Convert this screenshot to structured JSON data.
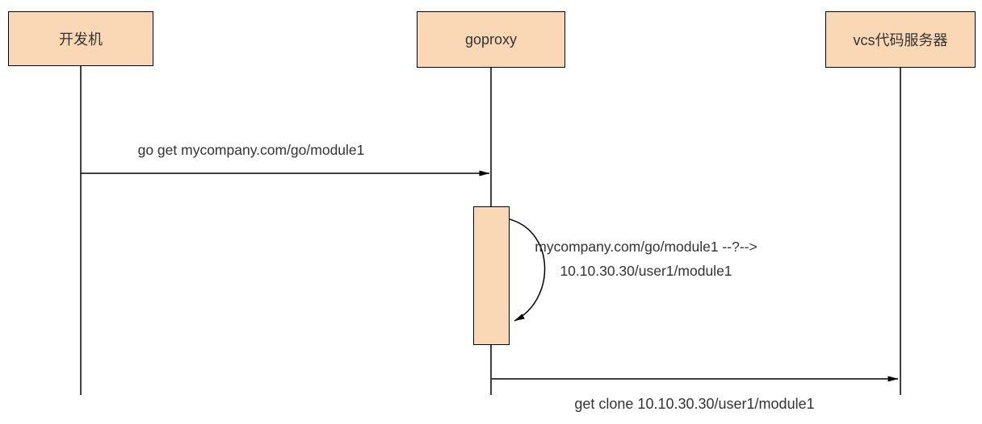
{
  "diagram": {
    "type": "sequence-diagram",
    "participants": [
      {
        "id": "dev-machine",
        "label": "开发机"
      },
      {
        "id": "goproxy",
        "label": "goproxy"
      },
      {
        "id": "vcs-server",
        "label": "vcs代码服务器"
      }
    ],
    "messages": [
      {
        "from": "dev-machine",
        "to": "goproxy",
        "label": "go get mycompany.com/go/module1"
      },
      {
        "from": "goproxy",
        "to": "goproxy",
        "label_line1": "mycompany.com/go/module1 --?-->",
        "label_line2": "10.10.30.30/user1/module1"
      },
      {
        "from": "goproxy",
        "to": "vcs-server",
        "label": "get clone 10.10.30.30/user1/module1"
      }
    ],
    "colors": {
      "participant_fill": "#fbd8b5",
      "participant_border": "#000000",
      "line": "#000000",
      "text": "#333333",
      "background": "#ffffff"
    }
  }
}
